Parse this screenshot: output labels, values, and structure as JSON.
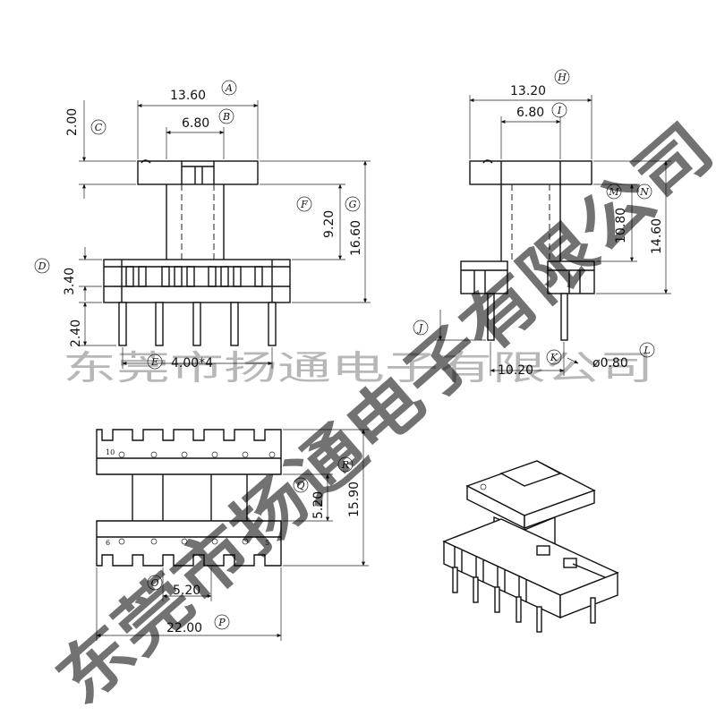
{
  "watermarks": {
    "line_text": "东莞市扬通电子有限公司",
    "diagonal_text": "东莞市扬通电子有限公司"
  },
  "front_view": {
    "dims": {
      "width_outer": "13.60",
      "width_inner": "6.80",
      "top_flange": "2.00",
      "core_height": "9.20",
      "total_height": "16.60",
      "base_height": "3.40",
      "pin_length": "2.40",
      "pin_pitch": "4.00*4"
    },
    "markers": {
      "a": "A",
      "b": "B",
      "c": "C",
      "d": "D",
      "e": "E",
      "f": "F",
      "g": "G"
    }
  },
  "side_view": {
    "dims": {
      "width_outer": "13.20",
      "width_inner": "6.80",
      "mid_height": "10.80",
      "total_height": "14.60",
      "pin_span": "10.20",
      "pin_diameter": "ø0.80"
    },
    "markers": {
      "h": "H",
      "i": "I",
      "j": "J",
      "k": "K",
      "l": "L",
      "m": "M",
      "n": "N"
    }
  },
  "top_view": {
    "dims": {
      "inner_height": "5.20",
      "total_height": "15.90",
      "slot_width": "5.20",
      "total_width": "22.00"
    },
    "markers": {
      "o": "O",
      "p": "P",
      "q": "Q",
      "r": "R"
    },
    "pin_labels": {
      "top_left": "10",
      "bottom_left": "6",
      "bottom_right": "5"
    }
  }
}
